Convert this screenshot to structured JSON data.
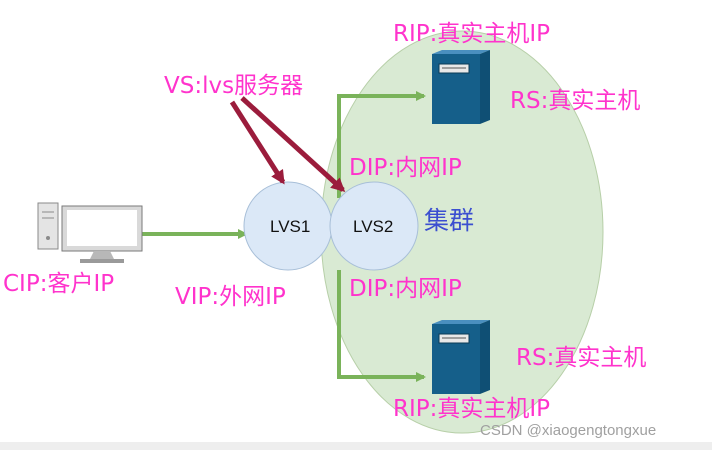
{
  "labels": {
    "rip_top": "RIP:真实主机IP",
    "rs_top": "RS:真实主机",
    "vs": "VS:lvs服务器",
    "dip_top": "DIP:内网IP",
    "lvs1": "LVS1",
    "lvs2": "LVS2",
    "cluster": "集群",
    "cip": "CIP:客户IP",
    "vip": "VIP:外网IP",
    "dip_bottom": "DIP:内网IP",
    "rs_bottom": "RS:真实主机",
    "rip_bottom": "RIP:真实主机IP"
  },
  "watermark": "CSDN @xiaogengtongxue",
  "colors": {
    "label_pink": "#ff33cc",
    "cluster_blue": "#3b4fd0",
    "cluster_fill": "#d9ead3",
    "lvs_fill": "#dbe8f7",
    "green_arrow": "#7ab35a",
    "red_arrow": "#9b1c3c",
    "server_blue": "#155f8a"
  }
}
